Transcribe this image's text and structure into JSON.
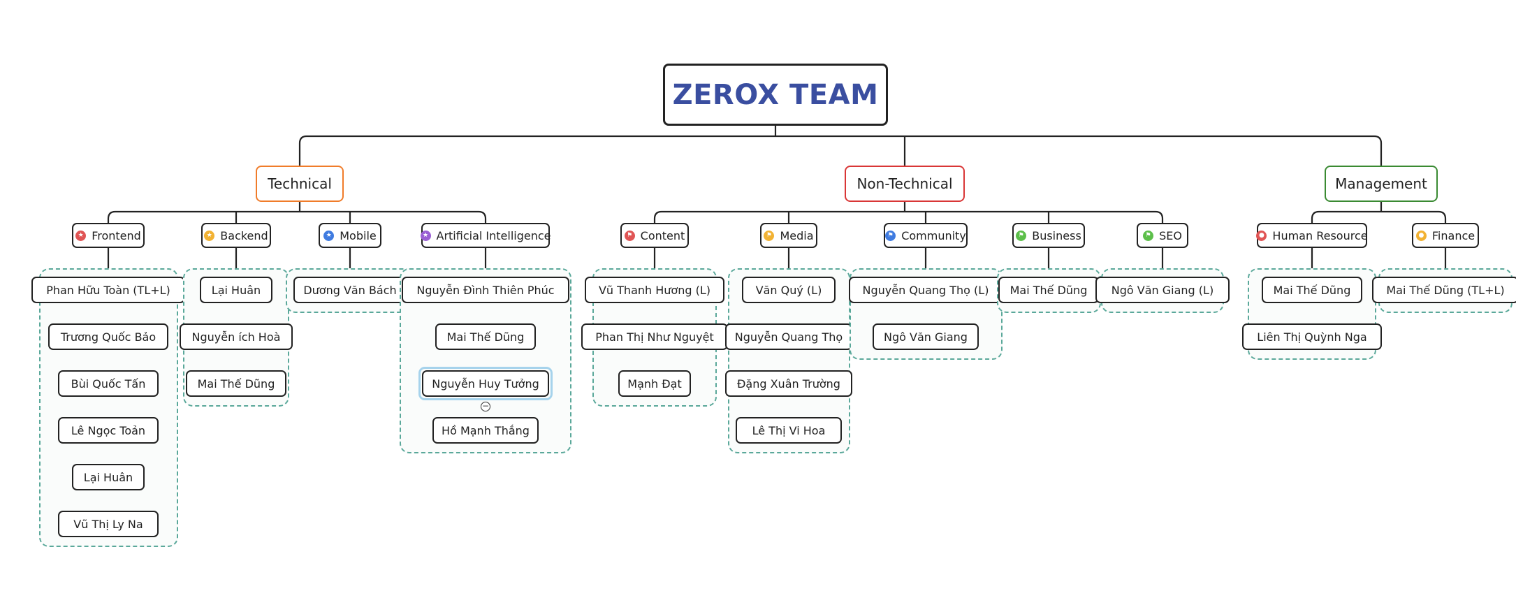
{
  "root": {
    "label": "ZEROX TEAM"
  },
  "colors": {
    "line": "#222222",
    "group_border": "#5aa89a",
    "root_text": "#3a4ea0",
    "technical": "#f07c2a",
    "non_technical": "#d93636",
    "management": "#3a8a32"
  },
  "categories": [
    {
      "id": "technical",
      "label": "Technical",
      "color": "#f07c2a",
      "subs": [
        {
          "label": "Frontend",
          "icon": "star-icon",
          "icon_color": "#e05555",
          "members": [
            "Phan Hữu Toàn (TL+L)",
            "Trương Quốc Bảo",
            "Bùi Quốc Tấn",
            "Lê Ngọc Toản",
            "Lại Huân",
            "Vũ Thị Ly Na"
          ]
        },
        {
          "label": "Backend",
          "icon": "star-icon",
          "icon_color": "#f2b233",
          "members": [
            "Lại Huân",
            "Nguyễn ích Hoà",
            "Mai Thế Dũng"
          ]
        },
        {
          "label": "Mobile",
          "icon": "star-icon",
          "icon_color": "#3f7be0",
          "members": [
            "Dương Văn Bách"
          ]
        },
        {
          "label": "Artificial Intelligence",
          "icon": "star-icon",
          "icon_color": "#9a5fd4",
          "members": [
            "Nguyễn Đình Thiên Phúc",
            "Mai Thế Dũng",
            "Nguyễn Huy Tưởng",
            "Hồ Mạnh Thắng"
          ]
        }
      ]
    },
    {
      "id": "non_technical",
      "label": "Non-Technical",
      "color": "#d93636",
      "subs": [
        {
          "label": "Content",
          "icon": "flag-icon",
          "icon_color": "#e05555",
          "members": [
            "Vũ Thanh Hương (L)",
            "Phan Thị Như Nguyệt",
            "Mạnh Đạt"
          ]
        },
        {
          "label": "Media",
          "icon": "flag-icon",
          "icon_color": "#f2b233",
          "members": [
            "Văn Quý (L)",
            "Nguyễn Quang Thọ",
            "Đặng Xuân Trường",
            "Lê Thị Vi Hoa"
          ]
        },
        {
          "label": "Community",
          "icon": "flag-icon",
          "icon_color": "#3f7be0",
          "members": [
            "Nguyễn Quang Thọ (L)",
            "Ngô Văn Giang"
          ]
        },
        {
          "label": "Business",
          "icon": "flag-icon",
          "icon_color": "#5cbf4a",
          "members": [
            "Mai Thế Dũng"
          ]
        },
        {
          "label": "SEO",
          "icon": "flag-icon",
          "icon_color": "#5cbf4a",
          "members": [
            "Ngô Văn Giang (L)"
          ]
        }
      ]
    },
    {
      "id": "management",
      "label": "Management",
      "color": "#3a8a32",
      "subs": [
        {
          "label": "Human Resource",
          "icon": "person-icon",
          "icon_color": "#e05555",
          "members": [
            "Mai Thế Dũng",
            "Liên Thị Quỳnh Nga"
          ]
        },
        {
          "label": "Finance",
          "icon": "person-icon",
          "icon_color": "#f2b233",
          "members": [
            "Mai Thế Dũng (TL+L)"
          ]
        }
      ]
    }
  ]
}
